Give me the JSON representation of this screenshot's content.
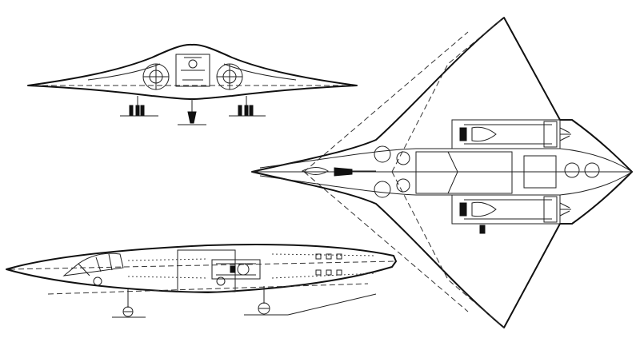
{
  "figure": {
    "type": "three-view line drawing of a delta-wing aircraft",
    "background_color": "#ffffff",
    "line_color": "#111111",
    "views": [
      "front-view",
      "side-view",
      "top-view"
    ]
  }
}
